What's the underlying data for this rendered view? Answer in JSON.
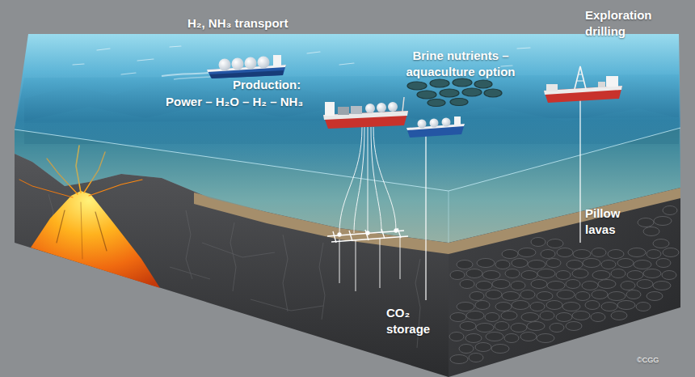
{
  "diagram": {
    "labels": [
      "H₂, NH₃ transport",
      "Brine nutrients – aquaculture option",
      "Exploration drilling",
      "Production:",
      "Power – H₂O – H₂ – NH₃",
      "Pillow lavas",
      "CO₂ storage",
      "©CGG"
    ]
  }
}
